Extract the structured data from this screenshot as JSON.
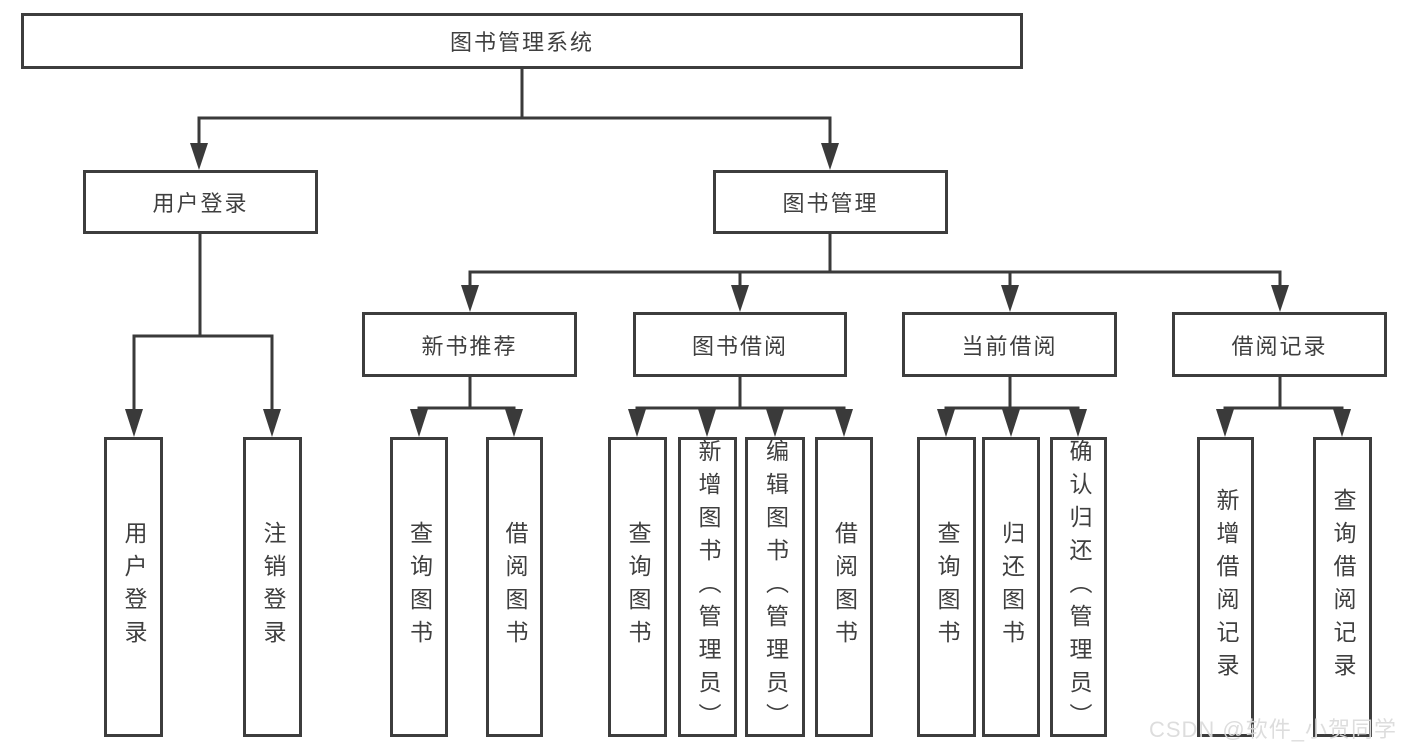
{
  "diagram": {
    "root": {
      "label": "图书管理系统"
    },
    "level2": [
      {
        "label": "用户登录"
      },
      {
        "label": "图书管理"
      }
    ],
    "level3": [
      {
        "label": "新书推荐"
      },
      {
        "label": "图书借阅"
      },
      {
        "label": "当前借阅"
      },
      {
        "label": "借阅记录"
      }
    ],
    "leaves": [
      {
        "label": "用户登录"
      },
      {
        "label": "注销登录"
      },
      {
        "label": "查询图书"
      },
      {
        "label": "借阅图书"
      },
      {
        "label": "查询图书"
      },
      {
        "label": "新增图书（管理员）"
      },
      {
        "label": "编辑图书（管理员）"
      },
      {
        "label": "借阅图书"
      },
      {
        "label": "查询图书"
      },
      {
        "label": "归还图书"
      },
      {
        "label": "确认归还（管理员）"
      },
      {
        "label": "新增借阅记录"
      },
      {
        "label": "查询借阅记录"
      }
    ]
  },
  "watermark": {
    "text": "CSDN @软件_小贺同学"
  },
  "colors": {
    "line": "#3a3a3a",
    "border": "#3d3d3d",
    "text": "#3f3f3f",
    "watermark": "#dcdcdc",
    "background": "#ffffff"
  }
}
